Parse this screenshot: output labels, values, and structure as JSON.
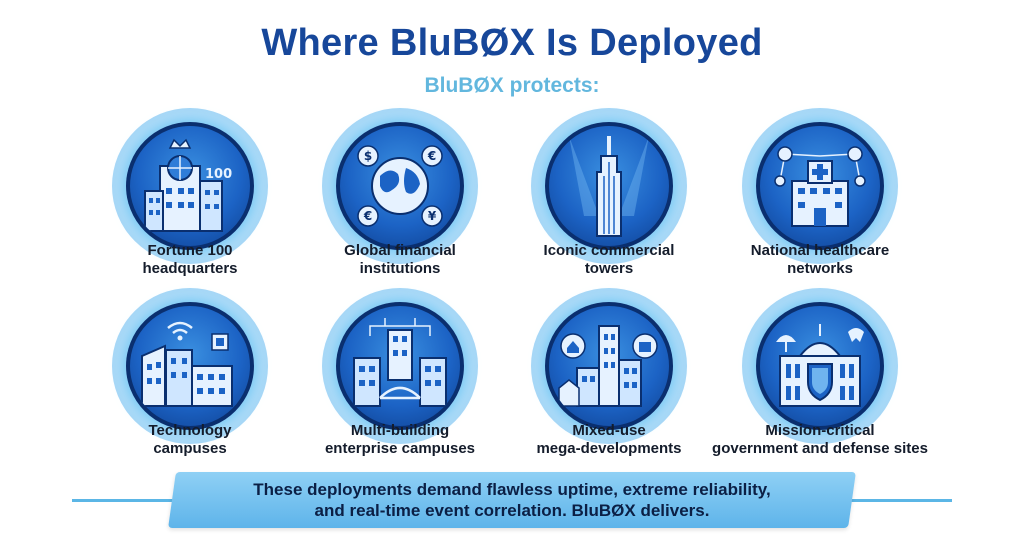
{
  "header": {
    "title": "Where BluBØX Is Deployed",
    "subtitle": "BluBØX protects:"
  },
  "items": [
    {
      "line1": "Fortune 100",
      "line2": "headquarters",
      "icon": "corporate-hq-icon"
    },
    {
      "line1": "Global financial",
      "line2": "institutions",
      "icon": "globe-finance-icon"
    },
    {
      "line1": "Iconic commercial",
      "line2": "towers",
      "icon": "skyscraper-icon"
    },
    {
      "line1": "National healthcare",
      "line2": "networks",
      "icon": "hospital-network-icon"
    },
    {
      "line1": "Technology",
      "line2": "campuses",
      "icon": "tech-campus-icon"
    },
    {
      "line1": "Multi-building",
      "line2": "enterprise campuses",
      "icon": "enterprise-campus-icon"
    },
    {
      "line1": "Mixed-use",
      "line2": "mega-developments",
      "icon": "mixed-use-icon"
    },
    {
      "line1": "Mission-critical",
      "line2": "government and defense sites",
      "icon": "government-building-icon"
    }
  ],
  "footer": {
    "line1": "These deployments demand flawless uptime, extreme reliability,",
    "line2": "and real-time event correlation. BluBØX delivers."
  },
  "colors": {
    "title": "#17479a",
    "subtitle": "#62b7de",
    "badge": "#1c63c5",
    "footer_box": "#7cc5f0"
  }
}
